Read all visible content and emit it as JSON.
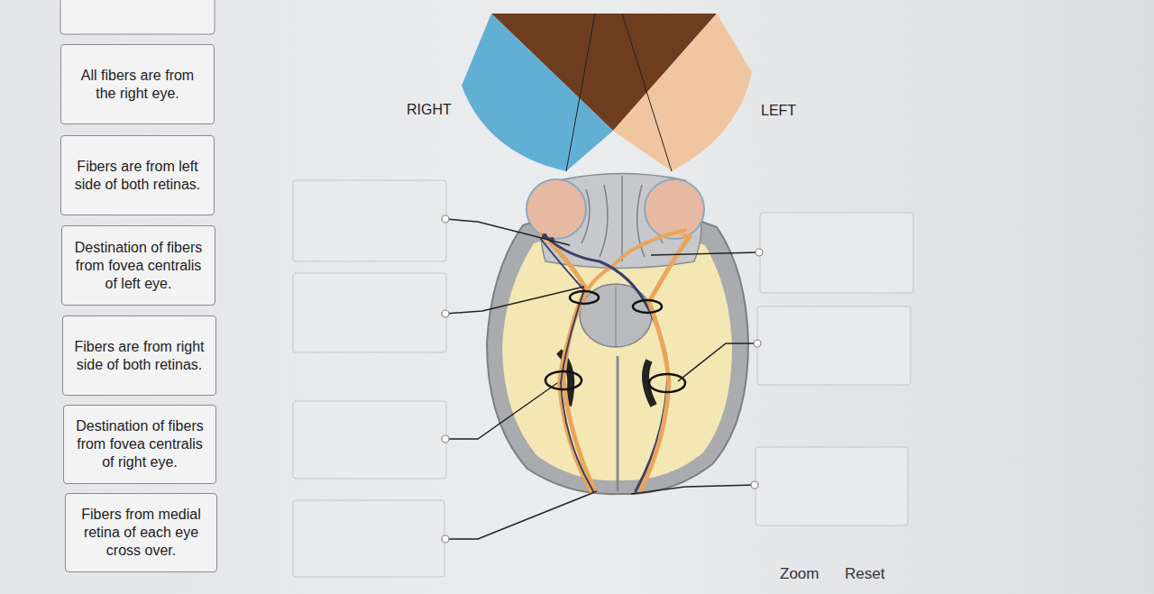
{
  "diagram": {
    "nodes": [
      {
        "text": [
          "All fibers are from the right eye."
        ]
      },
      {
        "text": [
          "Fibers are from left side of both retinas."
        ]
      },
      {
        "text": [
          "Destination of fibers from fovea centralis of left eye."
        ]
      },
      {
        "text": [
          "Fibers are from right side of both retinas."
        ]
      },
      {
        "text": [
          "Destination of fibers from fovea centralis of right eye."
        ]
      },
      {
        "text": [
          "Fibers from medial retina of each eye cross over."
        ]
      }
    ],
    "labels": [
      "RIGHT",
      "LEFT",
      "Zoom",
      "Reset"
    ]
  }
}
